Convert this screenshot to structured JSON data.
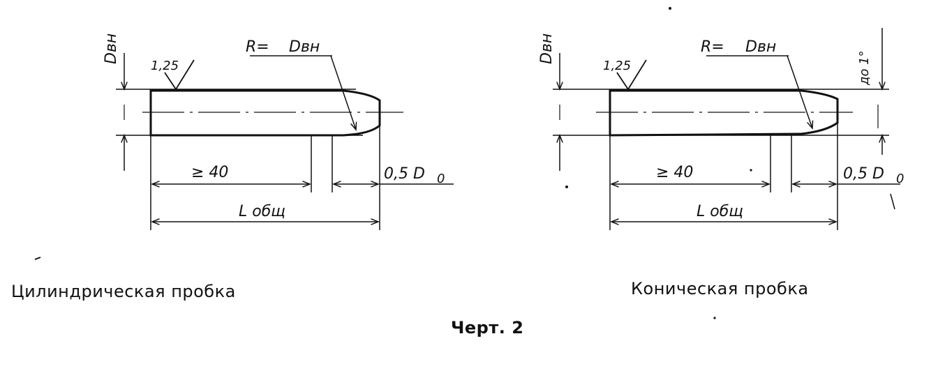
{
  "left": {
    "dim_top": "Dвн",
    "roughness": "1,25",
    "radius_label": "R=",
    "radius_value": "Dвн",
    "length_min": "≥ 40",
    "tip_length": "0,5 D",
    "tip_sub": "0",
    "total_length": "L общ",
    "caption": "Цилиндрическая пробка"
  },
  "right": {
    "dim_top": "Dвн",
    "roughness": "1,25",
    "radius_label": "R=",
    "radius_value": "Dвн",
    "length_min": "≥ 40",
    "tip_length": "0,5 D",
    "tip_sub": "0",
    "total_length": "L общ",
    "taper_label": "до 1°",
    "caption": "Коническая пробка"
  },
  "figure_title": "Черт. 2"
}
